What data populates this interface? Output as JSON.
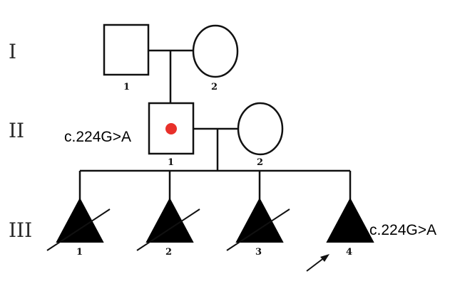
{
  "generations": [
    "I",
    "II",
    "III"
  ],
  "individuals": {
    "I-1": {
      "number": "1",
      "sex": "male",
      "affected": false
    },
    "I-2": {
      "number": "2",
      "sex": "female",
      "affected": false
    },
    "II-1": {
      "number": "1",
      "sex": "male",
      "carrier": true,
      "variant": "c.224G>A"
    },
    "II-2": {
      "number": "2",
      "sex": "female",
      "affected": false
    },
    "III-1": {
      "number": "1",
      "type": "pregnancy-loss",
      "deceased": true
    },
    "III-2": {
      "number": "2",
      "type": "pregnancy-loss",
      "deceased": true
    },
    "III-3": {
      "number": "3",
      "type": "pregnancy-loss",
      "deceased": true
    },
    "III-4": {
      "number": "4",
      "type": "pregnancy-loss",
      "proband": true,
      "variant": "c.224G>A"
    }
  },
  "colors": {
    "carrier_dot": "#e8302a",
    "affected": "#000000",
    "lines": "#111111"
  }
}
